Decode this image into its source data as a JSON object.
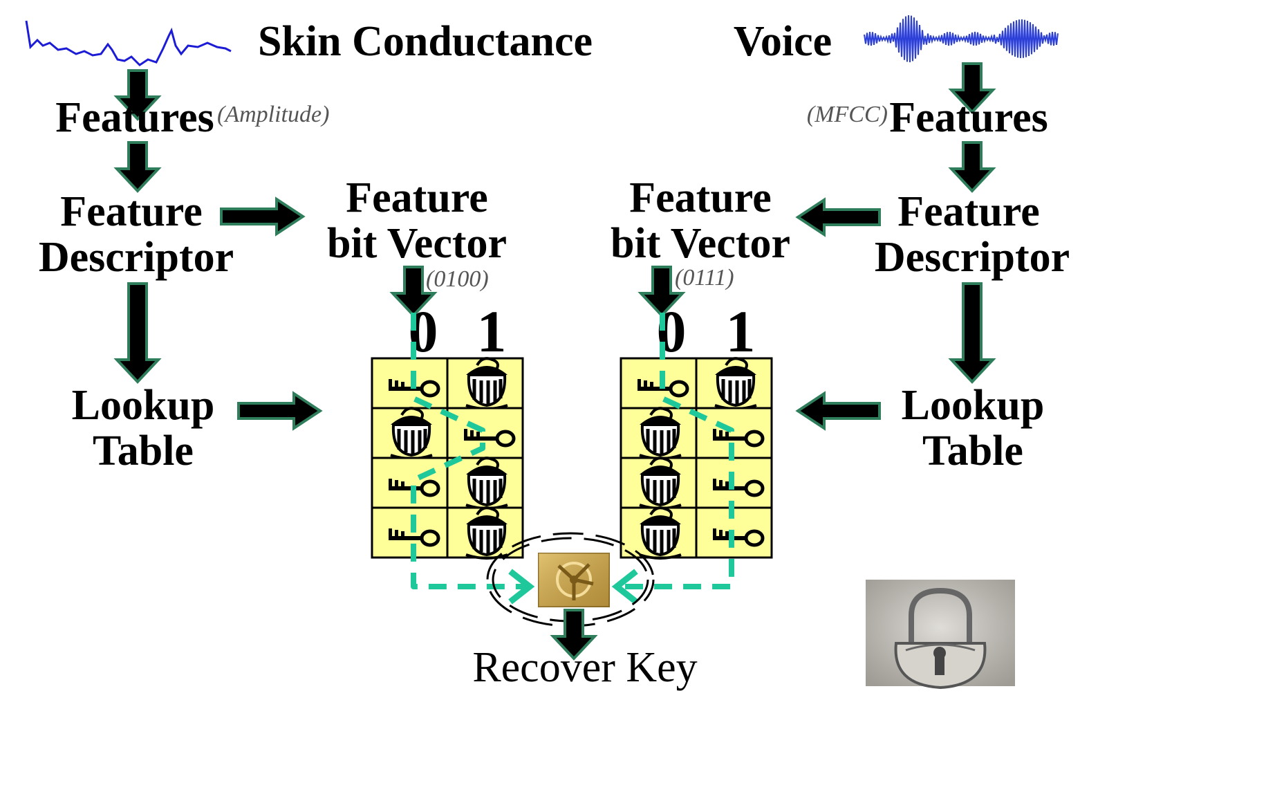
{
  "left": {
    "title": "Skin Conductance",
    "features": "Features",
    "feature_hint": "Amplitude",
    "descriptor_line1": "Feature",
    "descriptor_line2": "Descriptor",
    "table_line1": "Lookup",
    "table_line2": "Table",
    "vector_line1": "Feature",
    "vector_line2": "bit Vector",
    "vector_value": "0100",
    "col0": "0",
    "col1": "1",
    "cells": [
      [
        "key",
        "safe"
      ],
      [
        "safe",
        "key"
      ],
      [
        "key",
        "safe"
      ],
      [
        "key",
        "safe"
      ]
    ],
    "path_columns": [
      0,
      1,
      0,
      0
    ],
    "signal_color": "#1c1cd6"
  },
  "right": {
    "title": "Voice",
    "features": "Features",
    "feature_hint": "MFCC",
    "descriptor_line1": "Feature",
    "descriptor_line2": "Descriptor",
    "table_line1": "Lookup",
    "table_line2": "Table",
    "vector_line1": "Feature",
    "vector_line2": "bit Vector",
    "vector_value": "0111",
    "col0": "0",
    "col1": "1",
    "cells": [
      [
        "key",
        "safe"
      ],
      [
        "safe",
        "key"
      ],
      [
        "safe",
        "key"
      ],
      [
        "safe",
        "key"
      ]
    ],
    "path_columns": [
      0,
      1,
      1,
      1
    ],
    "signal_color": "#2b3fd8"
  },
  "recover_label": "Recover Key",
  "colors": {
    "arrow_fill": "#000000",
    "arrow_outline": "#2e7d5b",
    "cell_fill": "#ffff99",
    "cell_border": "#000000",
    "path": "#1ec89b",
    "vault": "#c9a24a"
  },
  "icons": {
    "key": "key-icon",
    "safe": "money-pot-icon",
    "vault": "vault-dial-icon",
    "padlock": "padlock-photo-icon"
  }
}
